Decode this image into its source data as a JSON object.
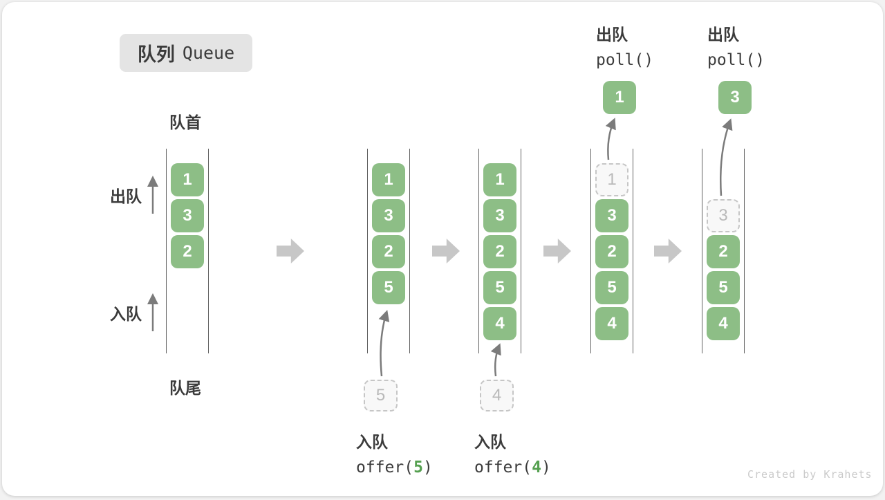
{
  "title": {
    "zh": "队列",
    "en": "Queue"
  },
  "labels": {
    "front": "队首",
    "rear": "队尾",
    "dequeue_side": "出队",
    "enqueue_side": "入队"
  },
  "columns": [
    {
      "blocks": [
        "1",
        "3",
        "2"
      ]
    },
    {
      "blocks": [
        "1",
        "3",
        "2",
        "5"
      ]
    },
    {
      "blocks": [
        "1",
        "3",
        "2",
        "5",
        "4"
      ]
    },
    {
      "ghost": "1",
      "blocks": [
        "3",
        "2",
        "5",
        "4"
      ]
    },
    {
      "ghost": "3",
      "blocks": [
        "2",
        "5",
        "4"
      ]
    }
  ],
  "enqueue_ops": [
    {
      "label": "入队",
      "fn": "offer(",
      "arg": "5",
      "close": ")",
      "incoming": "5"
    },
    {
      "label": "入队",
      "fn": "offer(",
      "arg": "4",
      "close": ")",
      "incoming": "4"
    }
  ],
  "dequeue_ops": [
    {
      "label": "出队",
      "code": "poll()",
      "popped": "1"
    },
    {
      "label": "出队",
      "code": "poll()",
      "popped": "3"
    }
  ],
  "watermark": "Created by Krahets",
  "colors": {
    "block-green": "#8DBE86",
    "arg-green": "#55a050",
    "ink": "#3b3b3b",
    "ghost-border": "#c6c6c6",
    "ghost-text": "#b9b9b9",
    "big-arrow": "#c7c7c7",
    "thin-arrow": "#7b7b7b"
  }
}
